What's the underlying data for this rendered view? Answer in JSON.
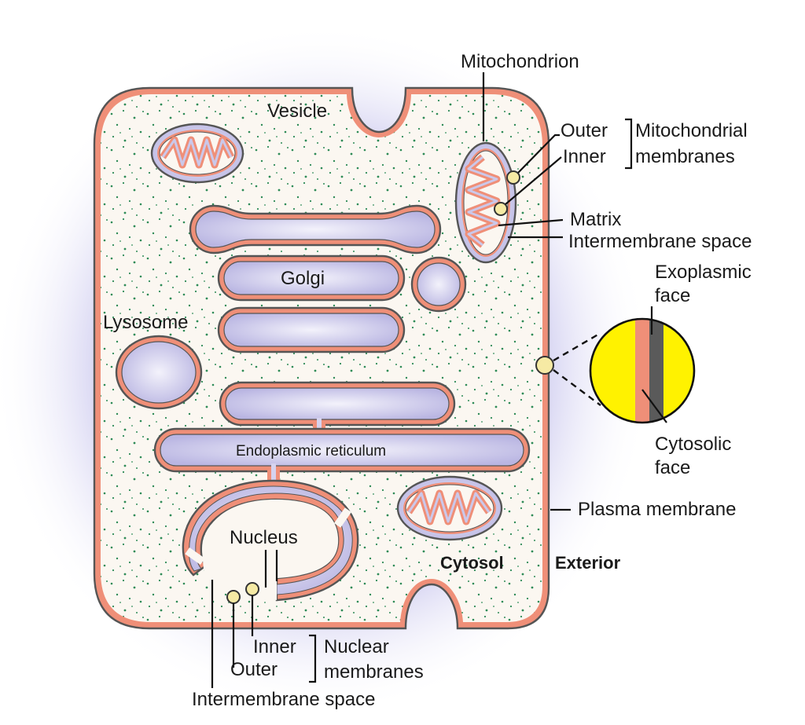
{
  "labels": {
    "mitochondrion": "Mitochondrion",
    "vesicle": "Vesicle",
    "outer": "Outer",
    "inner": "Inner",
    "mitochondrial_line1": "Mitochondrial",
    "mitochondrial_line2": "membranes",
    "matrix": "Matrix",
    "intermembrane_space_mito": "Intermembrane space",
    "golgi": "Golgi",
    "lysosome": "Lysosome",
    "exoplasmic_line1": "Exoplasmic",
    "exoplasmic_line2": "face",
    "cytosolic_line1": "Cytosolic",
    "cytosolic_line2": "face",
    "endoplasmic_reticulum": "Endoplasmic reticulum",
    "plasma_membrane": "Plasma membrane",
    "nucleus": "Nucleus",
    "cytosol": "Cytosol",
    "exterior": "Exterior",
    "nuclear_inner": "Inner",
    "nuclear_outer": "Outer",
    "nuclear_line1": "Nuclear",
    "nuclear_line2": "membranes",
    "intermembrane_space_nuclear": "Intermembrane space"
  },
  "colors": {
    "membrane": "#ef8f78",
    "cytosol": "#fbf7f1",
    "lumen": "#cbc8ea",
    "halo": "#cfcdf0",
    "speckle": "#2e8b57",
    "marker": "#f6eaa4",
    "bilayer_yellow": "#fff200",
    "bilayer_gray": "#5a5a5a"
  }
}
